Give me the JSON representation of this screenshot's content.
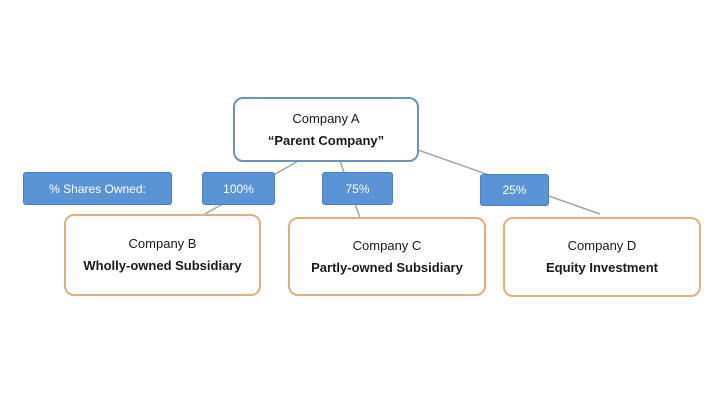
{
  "colors": {
    "parent_border": "#6f93b8",
    "child_border": "#e0b07a",
    "tag_fill": "#5b94d6",
    "connector": "#a6a6a6"
  },
  "parent": {
    "name": "Company A",
    "type": "“Parent Company”"
  },
  "shares_label": "% Shares Owned:",
  "subsidiaries": [
    {
      "share": "100%",
      "name": "Company B",
      "type": "Wholly-owned Subsidiary"
    },
    {
      "share": "75%",
      "name": "Company C",
      "type": "Partly-owned Subsidiary"
    },
    {
      "share": "25%",
      "name": "Company D",
      "type": "Equity Investment"
    }
  ]
}
